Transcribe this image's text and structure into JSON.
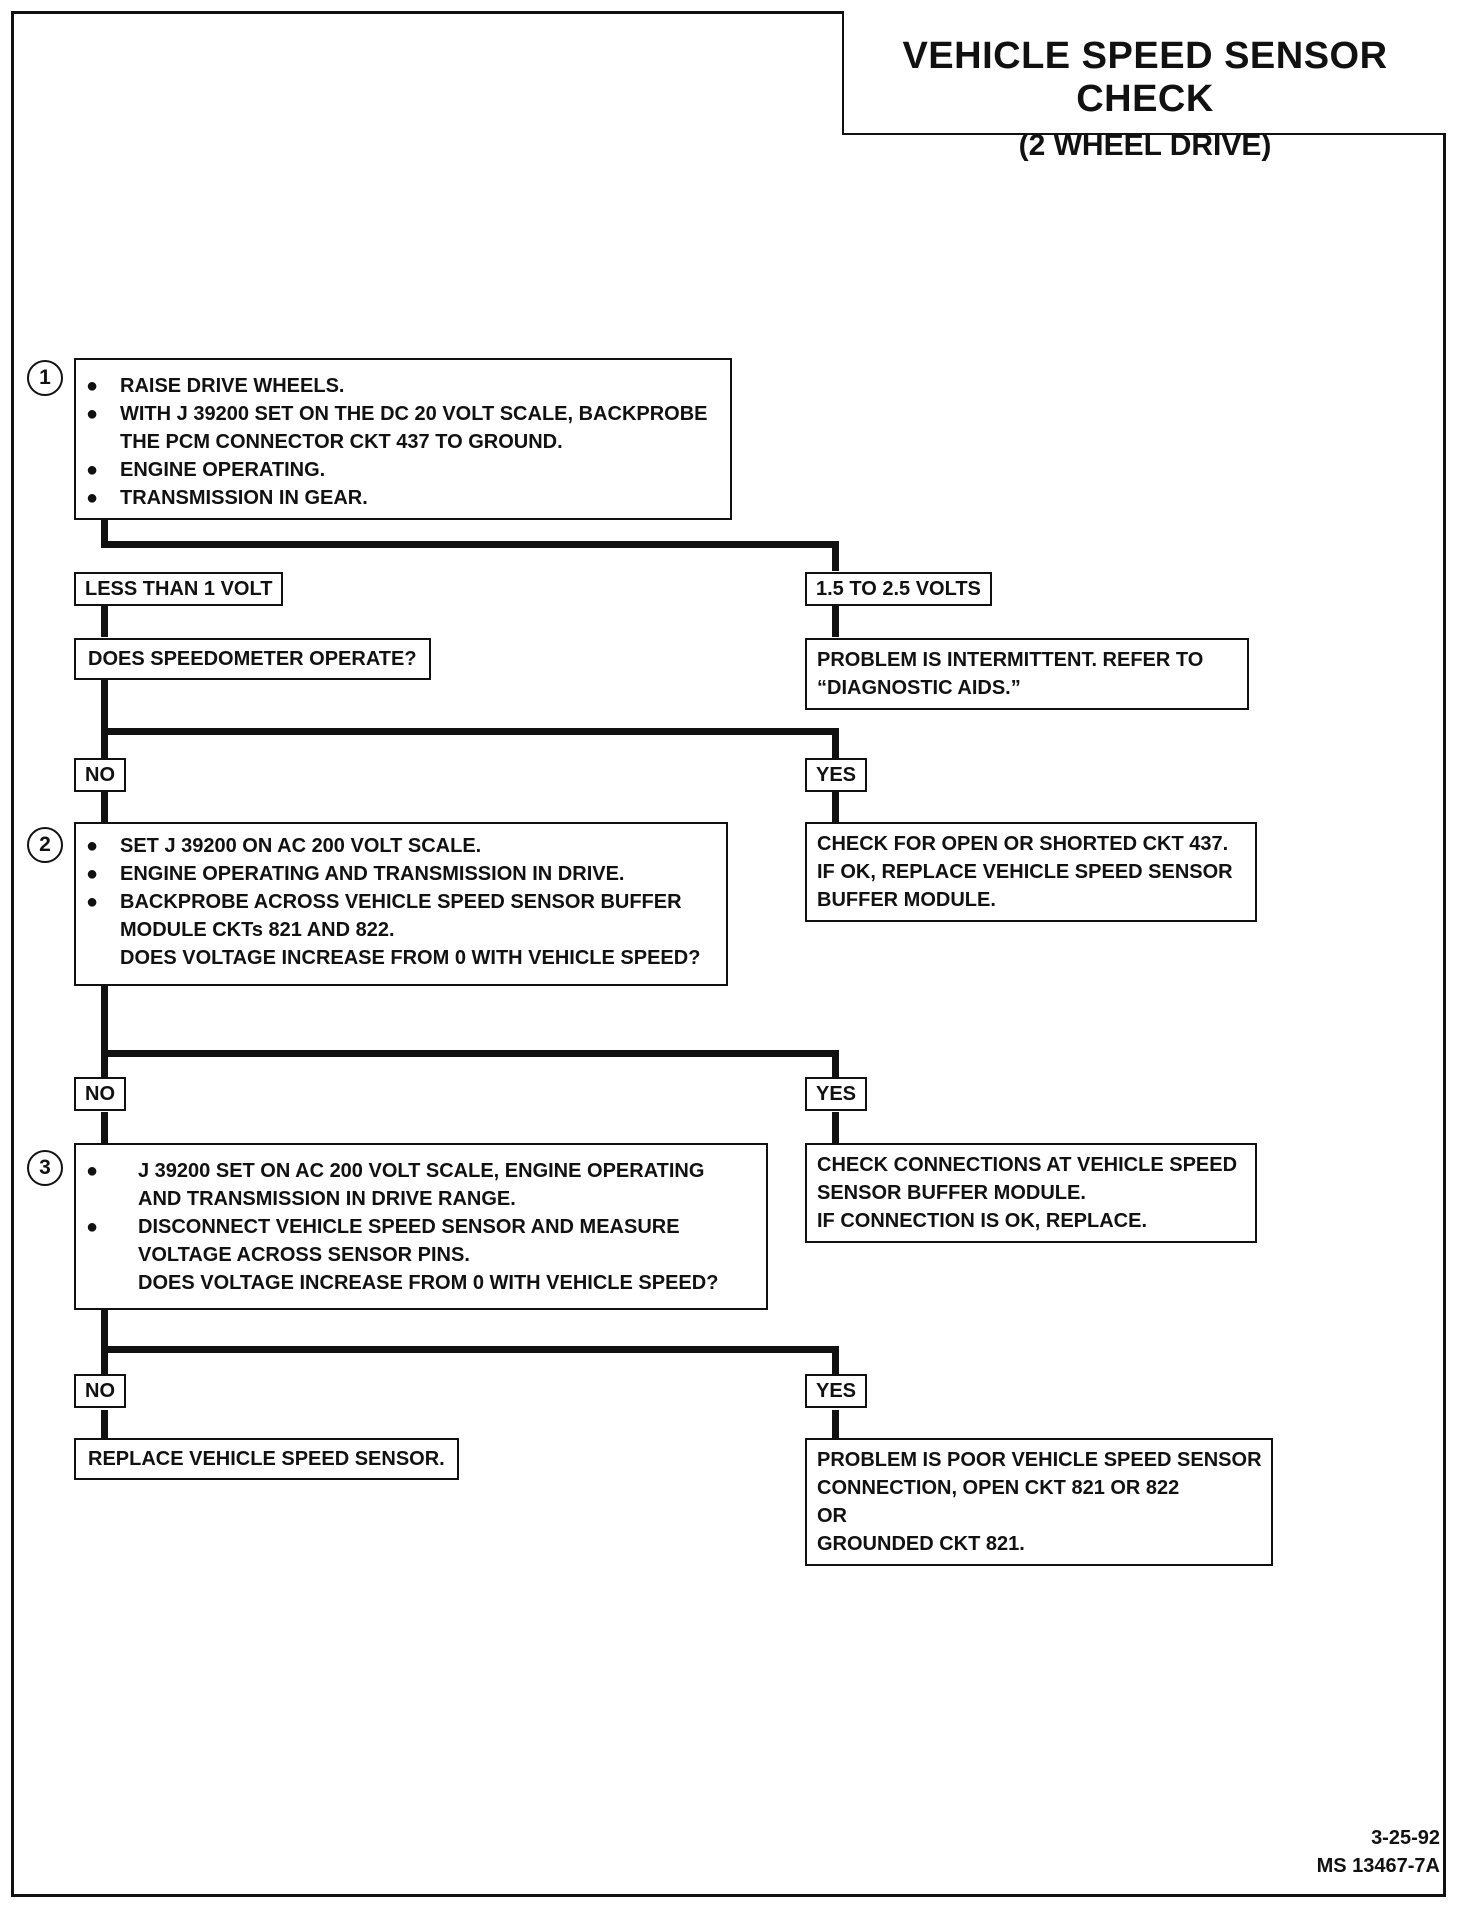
{
  "title": "VEHICLE SPEED SENSOR CHECK",
  "subtitle": "(2 WHEEL DRIVE)",
  "step1": {
    "number": "1",
    "bullets": [
      "RAISE DRIVE WHEELS.",
      "WITH J 39200 SET ON THE DC 20 VOLT SCALE, BACKPROBE",
      "ENGINE OPERATING.",
      "TRANSMISSION IN GEAR."
    ],
    "bullet2_cont": "THE PCM CONNECTOR CKT 437 TO GROUND."
  },
  "branch1": {
    "left": "LESS THAN 1 VOLT",
    "right": "1.5 TO 2.5 VOLTS"
  },
  "speedometer_question": "DOES SPEEDOMETER OPERATE?",
  "intermittent": {
    "line1": "PROBLEM IS INTERMITTENT.  REFER TO",
    "line2": "“DIAGNOSTIC AIDS.”"
  },
  "branch2": {
    "no": "NO",
    "yes": "YES"
  },
  "step2": {
    "number": "2",
    "bullets": [
      "SET J 39200 ON AC 200 VOLT SCALE.",
      "ENGINE OPERATING AND TRANSMISSION IN DRIVE.",
      "BACKPROBE ACROSS VEHICLE SPEED SENSOR BUFFER"
    ],
    "bullet3_cont": "MODULE CKTs 821 AND 822.",
    "question": "DOES VOLTAGE INCREASE FROM 0 WITH VEHICLE SPEED?"
  },
  "result2_yes": {
    "line1": "CHECK FOR OPEN OR SHORTED CKT 437.",
    "line2": "IF OK, REPLACE VEHICLE SPEED SENSOR",
    "line3": "BUFFER MODULE."
  },
  "branch3": {
    "no": "NO",
    "yes": "YES"
  },
  "step3": {
    "number": "3",
    "bullets": [
      "J 39200 SET ON AC 200 VOLT SCALE, ENGINE OPERATING",
      "DISCONNECT VEHICLE SPEED SENSOR AND MEASURE"
    ],
    "bullet1_cont": "AND TRANSMISSION IN DRIVE RANGE.",
    "bullet2_cont": "VOLTAGE ACROSS SENSOR PINS.",
    "question": "DOES VOLTAGE INCREASE FROM 0 WITH VEHICLE SPEED?"
  },
  "result3_yes": {
    "line1": "CHECK CONNECTIONS AT VEHICLE SPEED",
    "line2": "SENSOR BUFFER MODULE.",
    "line3": "IF CONNECTION IS OK, REPLACE."
  },
  "branch4": {
    "no": "NO",
    "yes": "YES"
  },
  "result4_no": "REPLACE VEHICLE SPEED SENSOR.",
  "result4_yes": {
    "line1": "PROBLEM IS POOR VEHICLE SPEED SENSOR",
    "line2": "CONNECTION, OPEN CKT 821 OR 822",
    "line3": "OR",
    "line4": "GROUNDED CKT 821."
  },
  "footer": {
    "date": "3-25-92",
    "code": "MS 13467-7A"
  }
}
